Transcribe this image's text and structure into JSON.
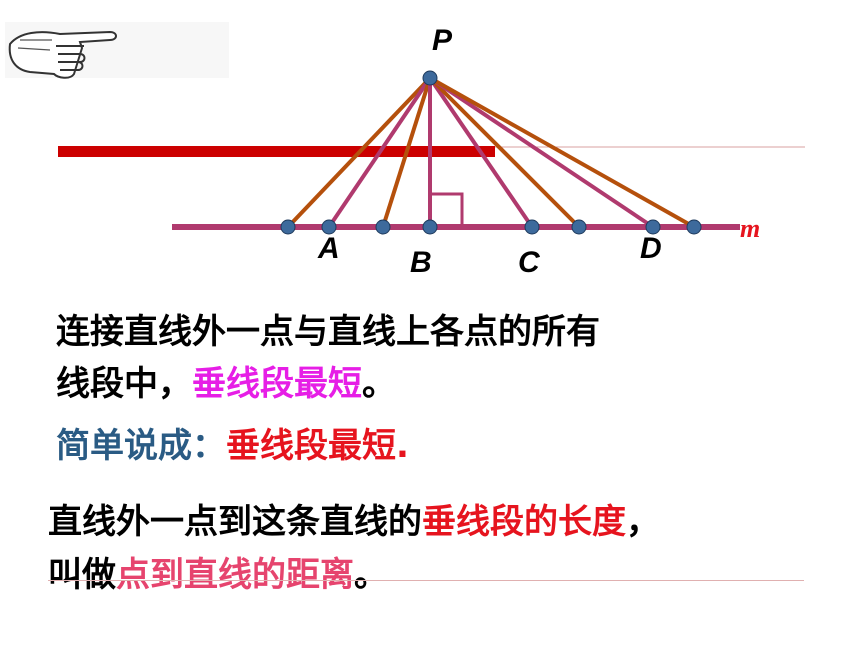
{
  "diagram": {
    "point_label": "P",
    "line_label": "m",
    "point_labels": [
      "A",
      "B",
      "C",
      "D"
    ]
  },
  "text": {
    "s1_line1": "连接直线外一点与直线上各点的所有",
    "s1_line2_a": "线段中，",
    "s1_line2_b": "垂线段最短",
    "s1_line2_c": "。",
    "s2_a": "简单说成：",
    "s2_b": "垂线段最短",
    "s2_c": ".",
    "s3_line1_a": "直线外一点到这条直线的",
    "s3_line1_b": "垂线段的长度",
    "s3_line1_c": "，",
    "s3_line2_a": "叫做",
    "s3_line2_b": "点到直线的距离",
    "s3_line2_c": "。"
  },
  "colors": {
    "base_line": "#b03a6e",
    "red_bar": "#cc0000",
    "slant_segment": "#b5500c",
    "point": "#3d6a9c",
    "highlight_pink": "#e61ee6",
    "highlight_red": "#e6141e",
    "blue_text": "#2a5b84"
  },
  "icons": {
    "hand": "pointing-hand-icon"
  }
}
